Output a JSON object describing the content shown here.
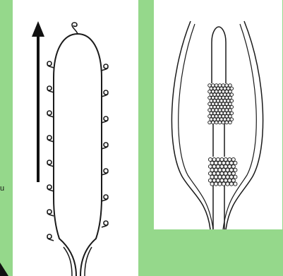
{
  "figure": {
    "background_color": "#95d88b",
    "panel_color": "#ffffff",
    "ink_color": "#1a1a1a",
    "edge_glyph": "u",
    "left_panel": {
      "subject": "elongated-spadix-with-coiled-hairs",
      "arrow": "upward-arrow",
      "coils_left_side": 8,
      "coils_right_side": 7
    },
    "right_panel": {
      "subject": "spadix-inside-spathe",
      "bands": [
        "upper-dotted-band",
        "lower-dotted-band"
      ]
    }
  }
}
